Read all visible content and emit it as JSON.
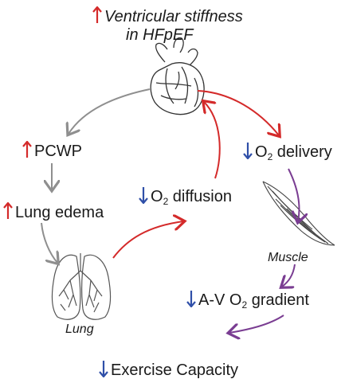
{
  "colors": {
    "up_arrow": "#d42a2a",
    "down_arrow": "#2f4fa8",
    "gray_path": "#8f8f8f",
    "red_path": "#d42a2a",
    "purple_path": "#7a3d92"
  },
  "labels": {
    "stiffness_line1": "Ventricular stiffness",
    "stiffness_line2": "in HFpEF",
    "pcwp": "PCWP",
    "lung_edema": "Lung edema",
    "o2_diffusion_pre": "O",
    "o2_diffusion_sub": "2",
    "o2_diffusion_post": " diffusion",
    "o2_delivery_pre": "O",
    "o2_delivery_sub": "2",
    "o2_delivery_post": " delivery",
    "muscle": "Muscle",
    "lung": "Lung",
    "av_pre": "A-V O",
    "av_sub": "2",
    "av_post": " gradient",
    "exercise": "Exercise Capacity"
  },
  "icons": {
    "up": "arrow-up-icon",
    "down": "arrow-down-icon",
    "heart": "heart-illustration",
    "lungs": "lungs-illustration",
    "muscle": "muscle-illustration"
  }
}
